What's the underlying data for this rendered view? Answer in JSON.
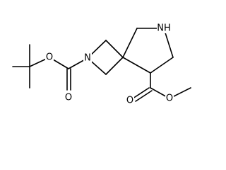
{
  "molecule": {
    "atoms": {
      "n_azetidine": "N",
      "n_pyrrolidine": "NH",
      "o_boc_ether": "O",
      "o_boc_carbonyl": "O",
      "o_ester_carbonyl": "O",
      "o_ester_ether": "O"
    }
  }
}
